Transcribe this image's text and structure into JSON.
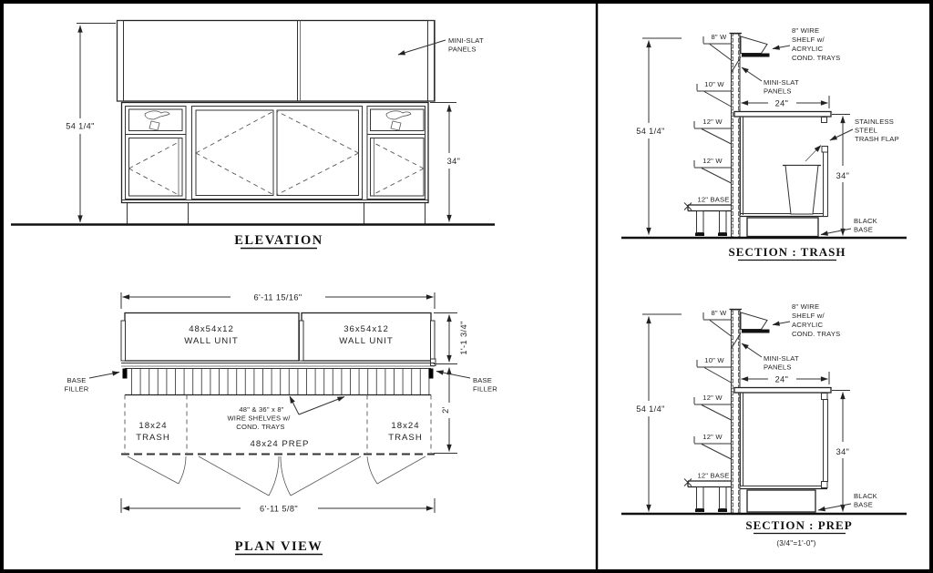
{
  "elevation": {
    "title": "ELEVATION",
    "dim_overall_height": "54 1/4\"",
    "dim_counter_height": "34\"",
    "minislat_1": "MINI-SLAT",
    "minislat_2": "PANELS"
  },
  "plan": {
    "title": "PLAN  VIEW",
    "dim_top": "6'-11 15/16\"",
    "dim_bottom": "6'-11 5/8\"",
    "dim_wall_depth": "1'-1 3/4\"",
    "dim_base_depth": "2'",
    "wall_unit_left_1": "48x54x12",
    "wall_unit_left_2": "WALL UNIT",
    "wall_unit_right_1": "36x54x12",
    "wall_unit_right_2": "WALL UNIT",
    "base_filler_left_1": "BASE",
    "base_filler_left_2": "FILLER",
    "base_filler_right_1": "BASE",
    "base_filler_right_2": "FILLER",
    "wire_shelves_1": "48\" & 36\" x 8\"",
    "wire_shelves_2": "WIRE SHELVES w/",
    "wire_shelves_3": "COND. TRAYS",
    "trash_left_1": "18x24",
    "trash_left_2": "TRASH",
    "trash_right_1": "18x24",
    "trash_right_2": "TRASH",
    "prep": "48x24 PREP"
  },
  "section_trash": {
    "title": "SECTION : TRASH",
    "dim_height": "54 1/4\"",
    "dim_depth": "24\"",
    "dim_counter": "34\"",
    "shelf_8": "8\" W",
    "shelf_10": "10\" W",
    "shelf_12a": "12\" W",
    "shelf_12b": "12\" W",
    "base_12": "12\" BASE",
    "wire_shelf_1": "8\" WIRE",
    "wire_shelf_2": "SHELF w/",
    "wire_shelf_3": "ACRYLIC",
    "wire_shelf_4": "COND. TRAYS",
    "minislat_1": "MINI-SLAT",
    "minislat_2": "PANELS",
    "flap_1": "STAINLESS",
    "flap_2": "STEEL",
    "flap_3": "TRASH FLAP",
    "black_base_1": "BLACK",
    "black_base_2": "BASE"
  },
  "section_prep": {
    "title": "SECTION : PREP",
    "scale_note": "(3/4\"=1'-0\")",
    "dim_height": "54 1/4\"",
    "dim_depth": "24\"",
    "dim_counter": "34\"",
    "shelf_8": "8\" W",
    "shelf_10": "10\" W",
    "shelf_12a": "12\" W",
    "shelf_12b": "12\" W",
    "base_12": "12\" BASE",
    "wire_shelf_1": "8\" WIRE",
    "wire_shelf_2": "SHELF w/",
    "wire_shelf_3": "ACRYLIC",
    "wire_shelf_4": "COND. TRAYS",
    "minislat_1": "MINI-SLAT",
    "minislat_2": "PANELS",
    "black_base_1": "BLACK",
    "black_base_2": "BASE"
  }
}
